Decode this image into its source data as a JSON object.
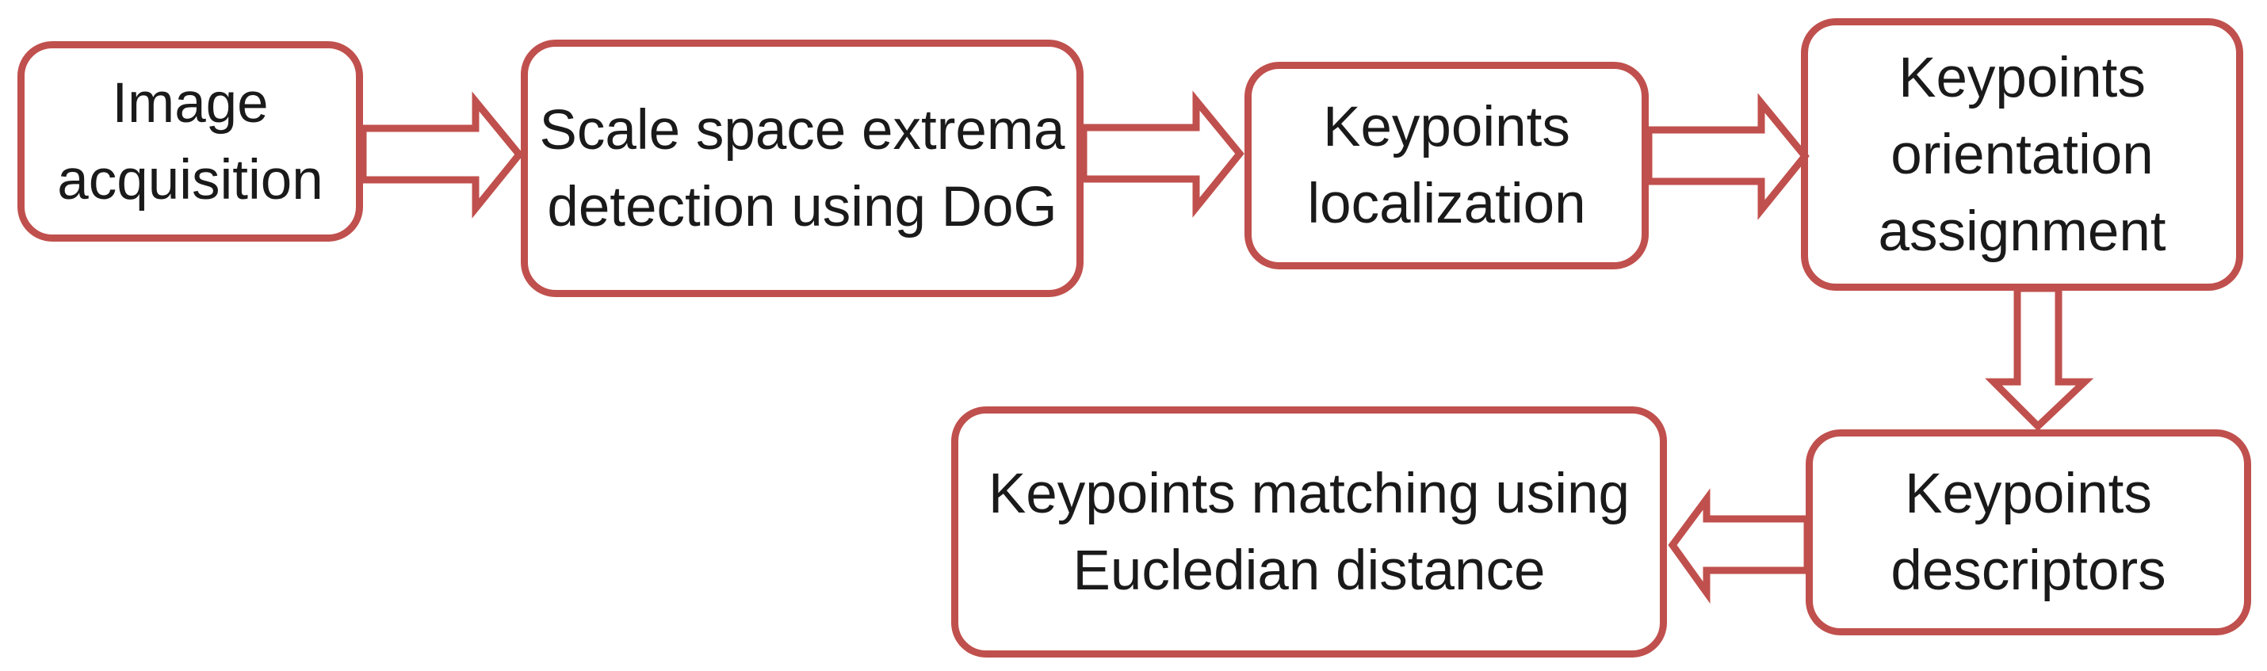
{
  "colors": {
    "accent": "#C0504D",
    "text": "#1A1A1A",
    "background": "#FFFFFF",
    "arrow_fill": "#FFFFFF"
  },
  "boxes": [
    {
      "id": "image-acquisition",
      "lines": [
        "Image",
        "acquisition"
      ]
    },
    {
      "id": "scale-space-extrema-detection",
      "lines": [
        "Scale space extrema",
        "detection using DoG"
      ]
    },
    {
      "id": "keypoints-localization",
      "lines": [
        "Keypoints",
        "localization"
      ]
    },
    {
      "id": "keypoints-orientation-assignment",
      "lines": [
        "Keypoints",
        "orientation",
        "assignment"
      ]
    },
    {
      "id": "keypoints-descriptors",
      "lines": [
        "Keypoints",
        "descriptors"
      ]
    },
    {
      "id": "keypoints-matching",
      "lines": [
        "Keypoints matching using",
        "Eucledian distance"
      ]
    }
  ],
  "arrows": [
    {
      "name": "arrow-image-acquisition-to-scale-space",
      "direction": "right",
      "from": "image-acquisition",
      "to": "scale-space-extrema-detection"
    },
    {
      "name": "arrow-scale-space-to-keypoints-localization",
      "direction": "right",
      "from": "scale-space-extrema-detection",
      "to": "keypoints-localization"
    },
    {
      "name": "arrow-keypoints-localization-to-orientation",
      "direction": "right",
      "from": "keypoints-localization",
      "to": "keypoints-orientation-assignment"
    },
    {
      "name": "arrow-orientation-to-descriptors",
      "direction": "down",
      "from": "keypoints-orientation-assignment",
      "to": "keypoints-descriptors"
    },
    {
      "name": "arrow-descriptors-to-matching",
      "direction": "left",
      "from": "keypoints-descriptors",
      "to": "keypoints-matching"
    }
  ]
}
